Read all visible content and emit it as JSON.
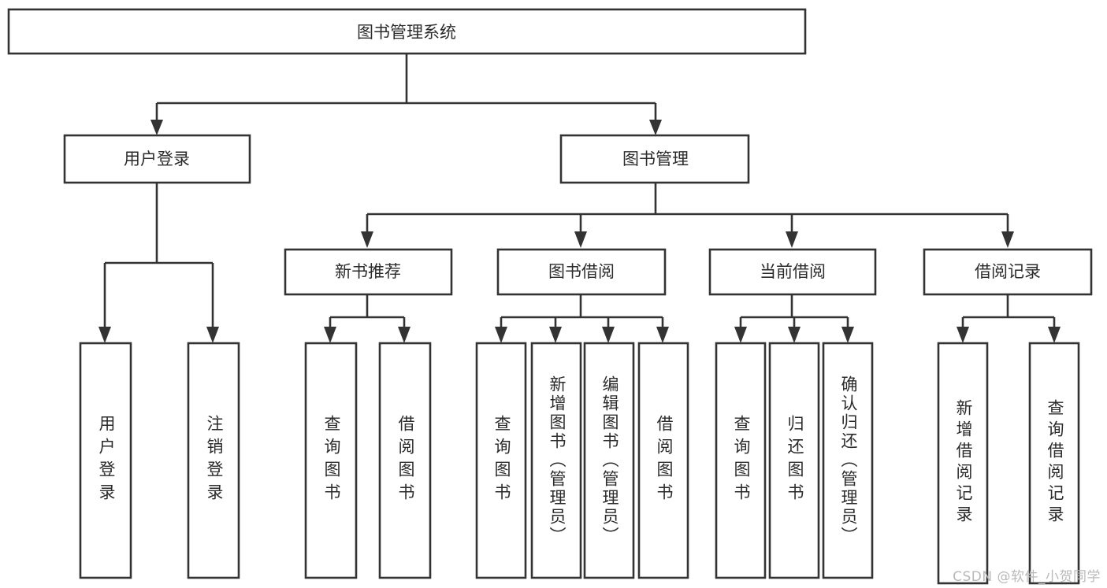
{
  "diagram": {
    "type": "tree",
    "title": "图书管理系统",
    "watermark": "CSDN @软件_小贺同学",
    "colors": {
      "box_fill": "#ffffff",
      "box_stroke": "#333333",
      "text": "#2b2b2b",
      "background": "#ffffff",
      "watermark": "#b9b9b9"
    },
    "root": {
      "label": "图书管理系统"
    },
    "level2": [
      {
        "label": "用户登录"
      },
      {
        "label": "图书管理"
      }
    ],
    "level3": [
      {
        "label": "新书推荐"
      },
      {
        "label": "图书借阅"
      },
      {
        "label": "当前借阅"
      },
      {
        "label": "借阅记录"
      }
    ],
    "leaves": {
      "user_login": [
        {
          "label": "用户登录"
        },
        {
          "label": "注销登录"
        }
      ],
      "new_book": [
        {
          "label": "查询图书"
        },
        {
          "label": "借阅图书"
        }
      ],
      "book_borrow": [
        {
          "label": "查询图书"
        },
        {
          "label": "新增图书（管理员）"
        },
        {
          "label": "编辑图书（管理员）"
        },
        {
          "label": "借阅图书"
        }
      ],
      "current_borrow": [
        {
          "label": "查询图书"
        },
        {
          "label": "归还图书"
        },
        {
          "label": "确认归还（管理员）"
        }
      ],
      "borrow_record": [
        {
          "label": "新增借阅记录"
        },
        {
          "label": "查询借阅记录"
        }
      ]
    }
  }
}
